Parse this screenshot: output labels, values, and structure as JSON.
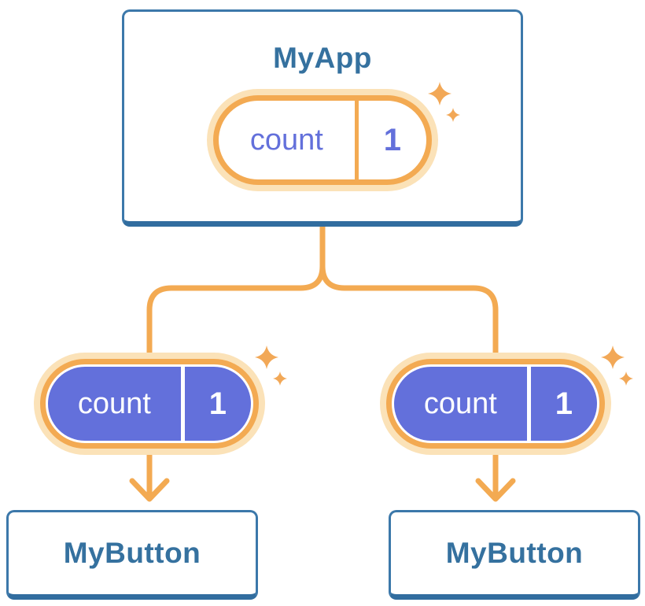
{
  "tree": {
    "root": {
      "label": "MyApp",
      "state_pill": {
        "name": "count",
        "value": "1",
        "style": "outline"
      }
    },
    "children": [
      {
        "label": "MyButton",
        "state_pill": {
          "name": "count",
          "value": "1",
          "style": "filled"
        }
      },
      {
        "label": "MyButton",
        "state_pill": {
          "name": "count",
          "value": "1",
          "style": "filled"
        }
      }
    ]
  },
  "colors": {
    "accent_orange": "#F3AA52",
    "halo_cream": "#FBE2B8",
    "state_purple": "#6370DB",
    "card_border_blue": "#3C78AA",
    "card_bottom_blue": "#316D9F",
    "label_blue": "#35719F",
    "pill_text_white": "#FFFFFF",
    "background": "#FFFFFF"
  }
}
